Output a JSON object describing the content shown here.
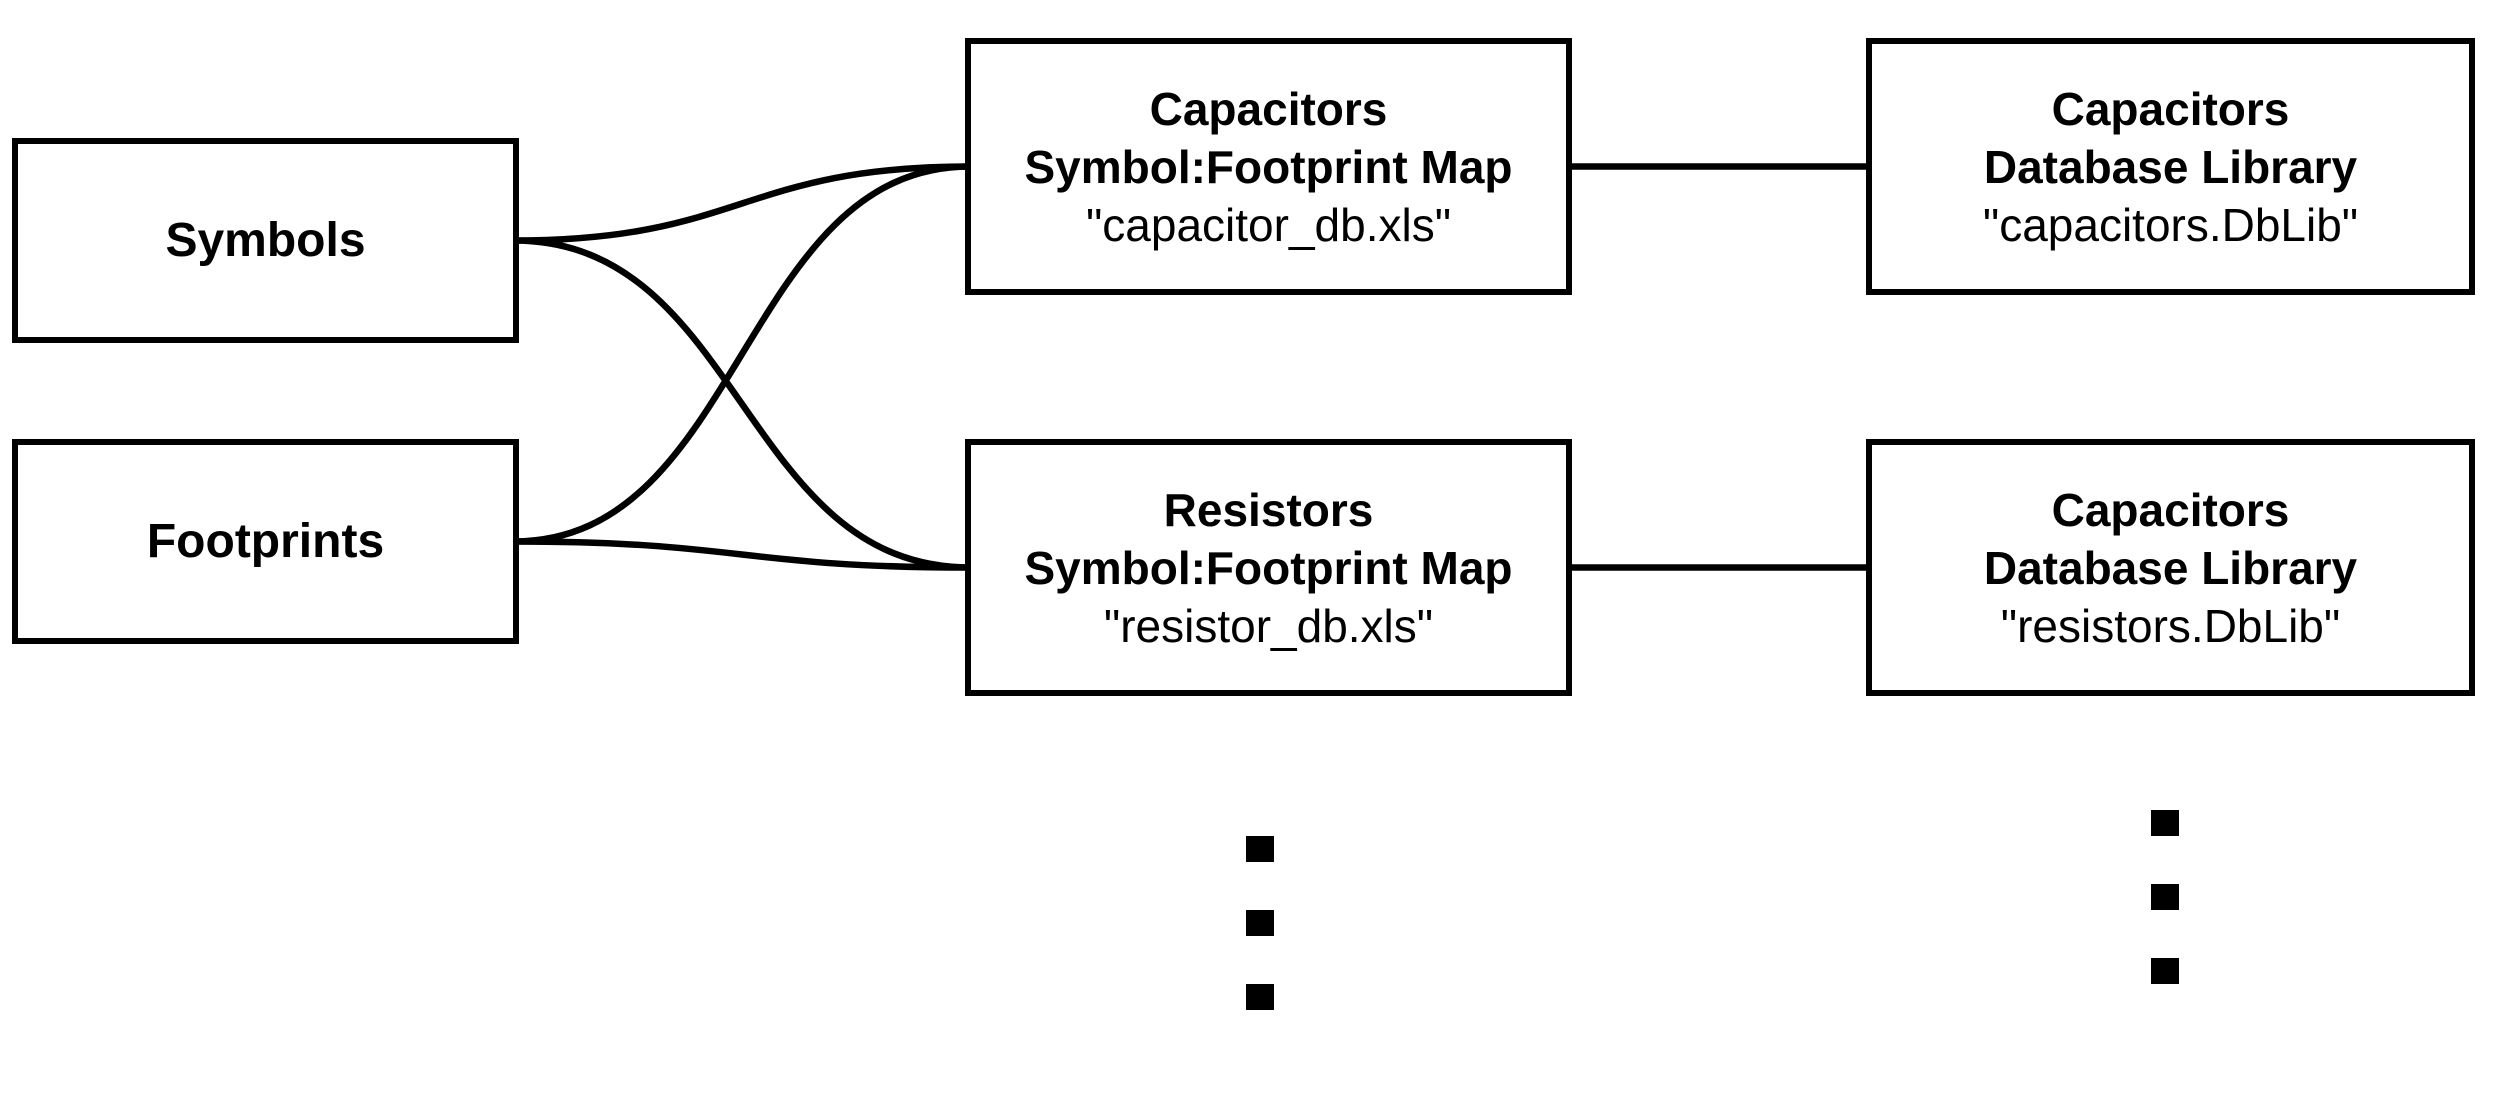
{
  "diagram": {
    "background_color": "#ffffff",
    "line_color": "#000000",
    "text_color": "#000000",
    "nodes": {
      "symbols": {
        "lines": [
          "Symbols"
        ]
      },
      "footprints": {
        "lines": [
          "Footprints"
        ]
      },
      "capacitors_map": {
        "lines": [
          "Capacitors",
          "Symbol:Footprint Map",
          "\"capacitor_db.xls\""
        ]
      },
      "resistors_map": {
        "lines": [
          "Resistors",
          "Symbol:Footprint Map",
          "\"resistor_db.xls\""
        ]
      },
      "capacitors_db": {
        "lines": [
          "Capacitors",
          "Database Library",
          "\"capacitors.DbLib\""
        ]
      },
      "resistors_db": {
        "lines": [
          "Capacitors",
          "Database Library",
          "\"resistors.DbLib\""
        ]
      }
    },
    "edges": [
      {
        "from": "symbols",
        "to": "capacitors_map",
        "style": "curve"
      },
      {
        "from": "symbols",
        "to": "resistors_map",
        "style": "curve"
      },
      {
        "from": "footprints",
        "to": "capacitors_map",
        "style": "curve"
      },
      {
        "from": "footprints",
        "to": "resistors_map",
        "style": "curve"
      },
      {
        "from": "capacitors_map",
        "to": "capacitors_db",
        "style": "straight"
      },
      {
        "from": "resistors_map",
        "to": "resistors_db",
        "style": "straight"
      }
    ],
    "ellipsis": {
      "meaning": "more-rows-continue",
      "left_column_dots": 3,
      "right_column_dots": 3
    }
  }
}
